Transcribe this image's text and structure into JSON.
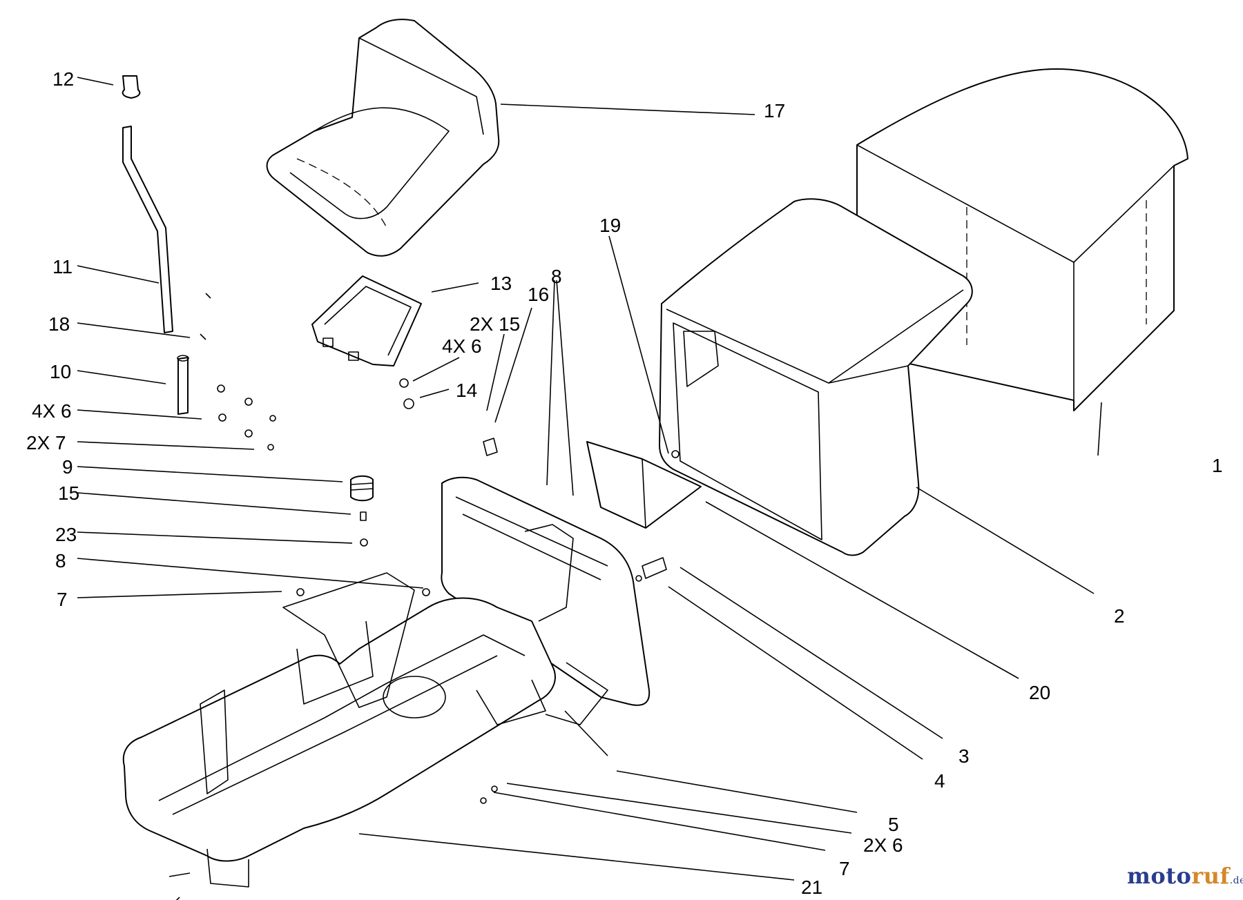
{
  "callouts": [
    {
      "id": "c12",
      "label": "12"
    },
    {
      "id": "c17",
      "label": "17"
    },
    {
      "id": "c19",
      "label": "19"
    },
    {
      "id": "c11",
      "label": "11"
    },
    {
      "id": "c13",
      "label": "13"
    },
    {
      "id": "c8a",
      "label": "8"
    },
    {
      "id": "c16",
      "label": "16"
    },
    {
      "id": "c18",
      "label": "18"
    },
    {
      "id": "c2x15",
      "label": "2X 15"
    },
    {
      "id": "c4x6b",
      "label": "4X 6"
    },
    {
      "id": "c10",
      "label": "10"
    },
    {
      "id": "c14",
      "label": "14"
    },
    {
      "id": "c4x6a",
      "label": "4X 6"
    },
    {
      "id": "c2x7",
      "label": "2X 7"
    },
    {
      "id": "c1",
      "label": "1"
    },
    {
      "id": "c9",
      "label": "9"
    },
    {
      "id": "c15",
      "label": "15"
    },
    {
      "id": "c23",
      "label": "23"
    },
    {
      "id": "c8b",
      "label": "8"
    },
    {
      "id": "c7a",
      "label": "7"
    },
    {
      "id": "c2",
      "label": "2"
    },
    {
      "id": "c20",
      "label": "20"
    },
    {
      "id": "c3",
      "label": "3"
    },
    {
      "id": "c4",
      "label": "4"
    },
    {
      "id": "c5",
      "label": "5"
    },
    {
      "id": "c2x6",
      "label": "2X 6"
    },
    {
      "id": "c7b",
      "label": "7"
    },
    {
      "id": "c21",
      "label": "21"
    }
  ],
  "watermark": {
    "part1": "moto",
    "part2": "ruf",
    "part3": ".de"
  }
}
